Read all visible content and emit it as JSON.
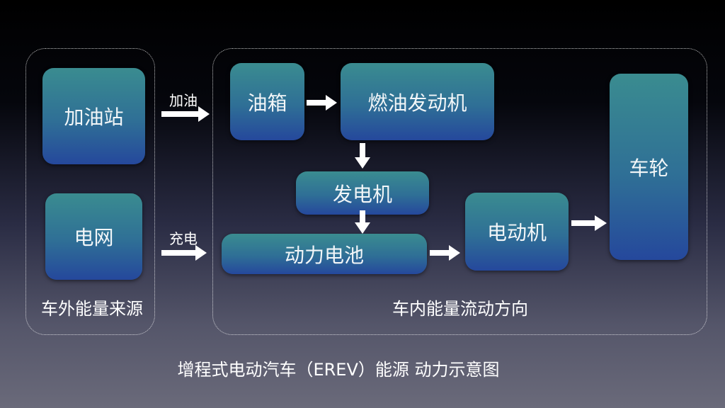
{
  "external": {
    "title": "车外能量来源",
    "gas_station": "加油站",
    "grid": "电网"
  },
  "links": {
    "refuel": "加油",
    "charge": "充电"
  },
  "internal": {
    "title": "车内能量流动方向",
    "fuel_tank": "油箱",
    "engine": "燃油发动机",
    "generator": "发电机",
    "battery": "动力电池",
    "motor": "电动机",
    "wheels": "车轮"
  },
  "caption": "增程式电动汽车（EREV）能源 动力示意图"
}
